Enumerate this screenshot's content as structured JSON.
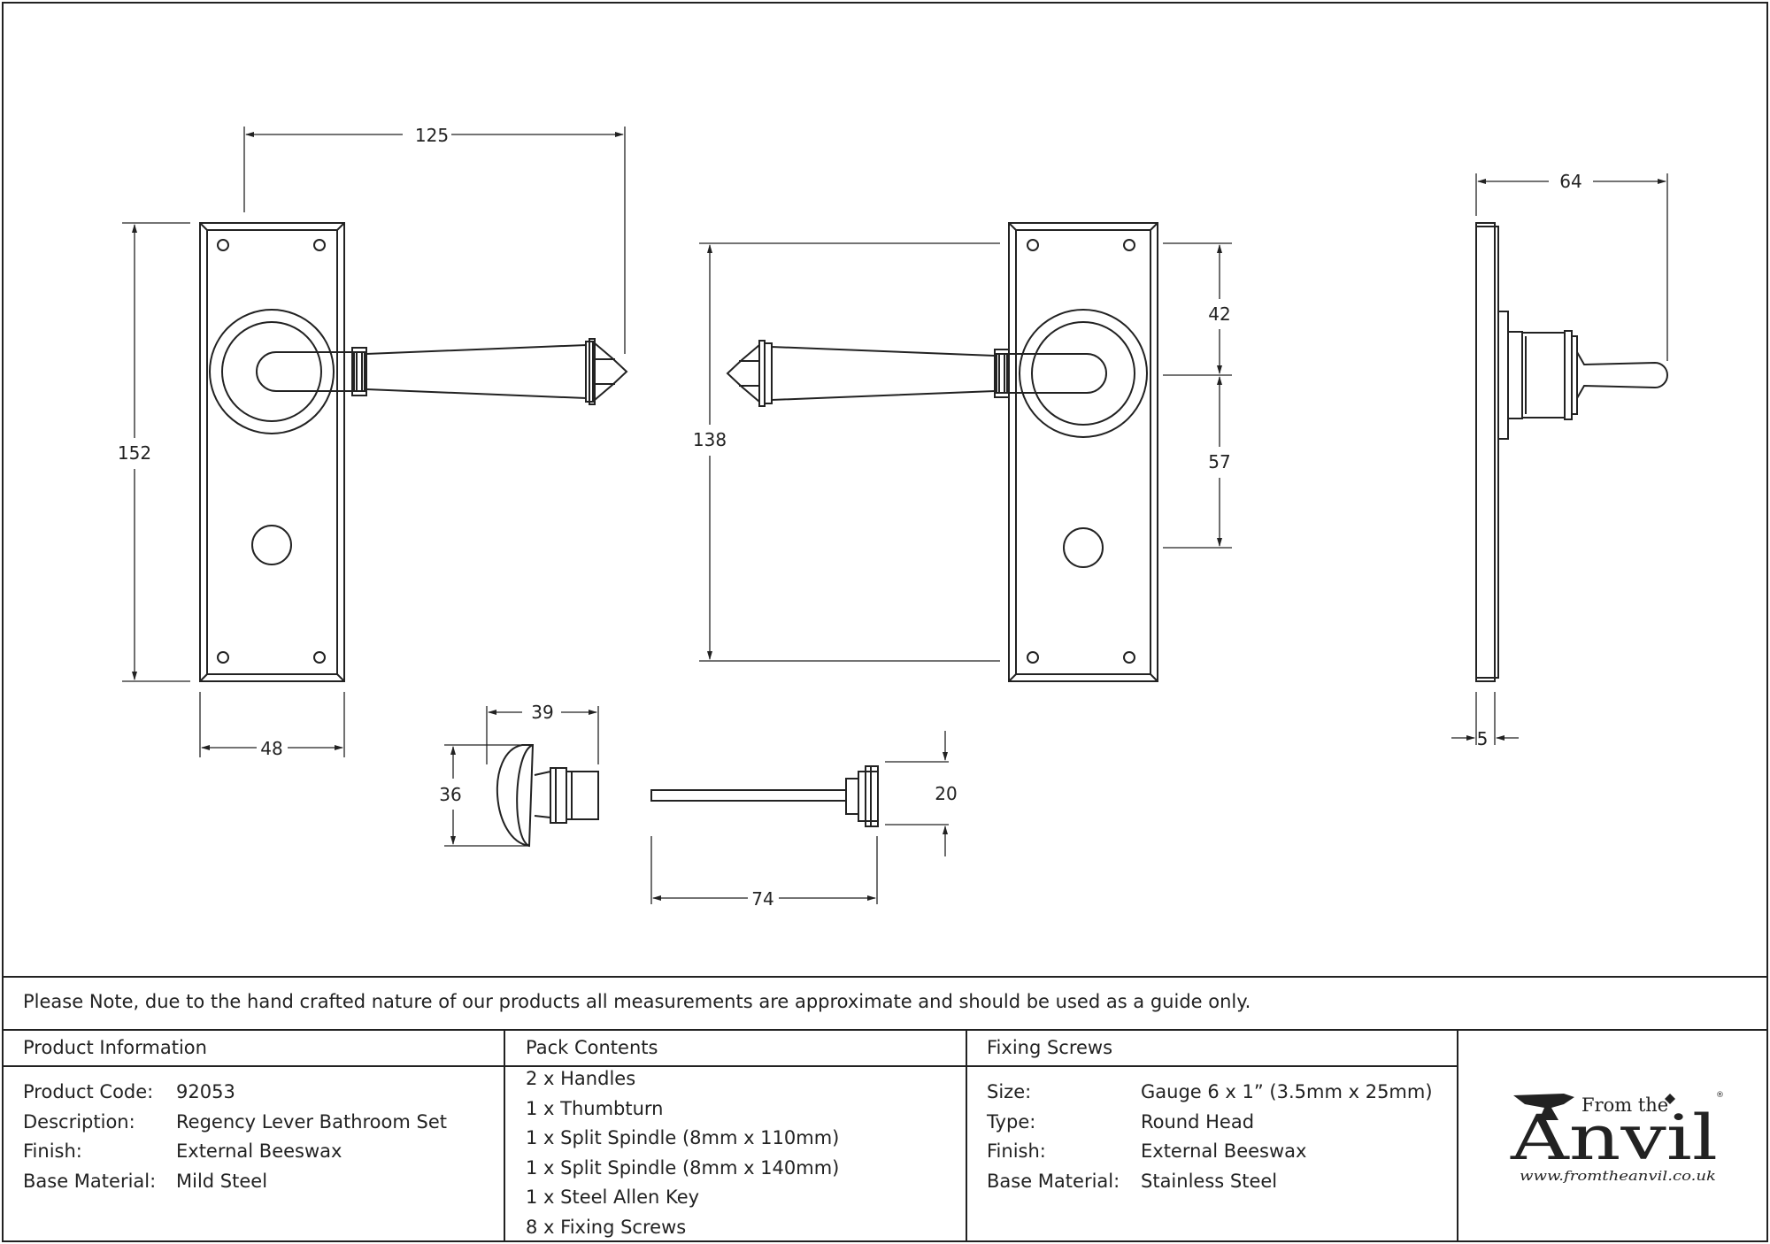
{
  "dimensions": {
    "d125": "125",
    "d152": "152",
    "d48": "48",
    "d138": "138",
    "d42": "42",
    "d57": "57",
    "d64": "64",
    "d5": "5",
    "d39": "39",
    "d36": "36",
    "d74": "74",
    "d20": "20"
  },
  "note": "Please Note, due to the hand crafted nature of our products all measurements are approximate and should be used as a guide only.",
  "product_info": {
    "title": "Product Information",
    "rows": [
      {
        "label": "Product Code:",
        "value": "92053"
      },
      {
        "label": "Description:",
        "value": "Regency Lever Bathroom Set"
      },
      {
        "label": "Finish:",
        "value": "External Beeswax"
      },
      {
        "label": "Base Material:",
        "value": "Mild Steel"
      }
    ]
  },
  "pack_contents": {
    "title": "Pack Contents",
    "items": [
      "2 x Handles",
      "1 x Thumbturn",
      "1 x Split Spindle (8mm x 110mm)",
      "1 x Split Spindle (8mm x 140mm)",
      "1 x Steel Allen Key",
      "8 x Fixing Screws"
    ]
  },
  "fixing_screws": {
    "title": "Fixing Screws",
    "rows": [
      {
        "label": "Size:",
        "value": "Gauge 6 x 1” (3.5mm x 25mm)"
      },
      {
        "label": "Type:",
        "value": "Round Head"
      },
      {
        "label": "Finish:",
        "value": "External Beeswax"
      },
      {
        "label": "Base Material:",
        "value": "Stainless Steel"
      }
    ]
  },
  "logo": {
    "tagline": "From the",
    "wordmark": "Anvil",
    "registered": "®",
    "url": "www.fromtheanvil.co.uk"
  }
}
